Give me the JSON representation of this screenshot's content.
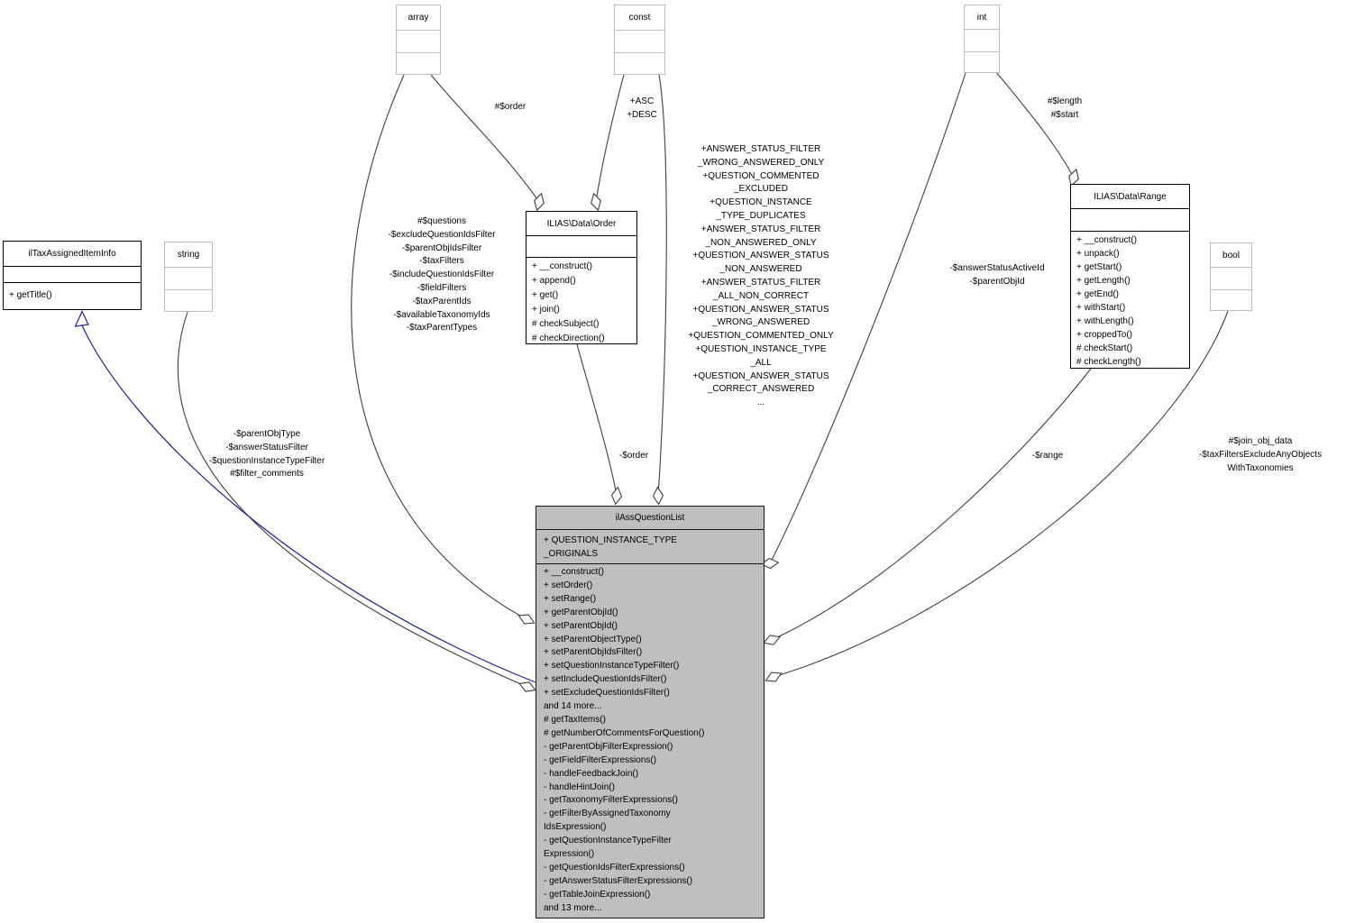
{
  "type_nodes": {
    "array": "array",
    "const": "const",
    "int": "int",
    "string": "string",
    "bool": "bool"
  },
  "classes": {
    "tax_item_info": {
      "title": "ilTaxAssignedItemInfo",
      "methods": [
        "+ getTitle()"
      ]
    },
    "order": {
      "title": "ILIAS\\Data\\Order",
      "methods": [
        "+ __construct()",
        "+ append()",
        "+ get()",
        "+ join()",
        "# checkSubject()",
        "# checkDirection()"
      ]
    },
    "range": {
      "title": "ILIAS\\Data\\Range",
      "methods": [
        "+ __construct()",
        "+ unpack()",
        "+ getStart()",
        "+ getLength()",
        "+ getEnd()",
        "+ withStart()",
        "+ withLength()",
        "+ croppedTo()",
        "# checkStart()",
        "# checkLength()"
      ]
    },
    "quest_list": {
      "title": "ilAssQuestionList",
      "constants": [
        "+ QUESTION_INSTANCE_TYPE",
        "_ORIGINALS"
      ],
      "methods": [
        "+ __construct()",
        "+ setOrder()",
        "+ setRange()",
        "+ getParentObjId()",
        "+ setParentObjId()",
        "+ setParentObjectType()",
        "+ setParentObjIdsFilter()",
        "+ setQuestionInstanceTypeFilter()",
        "+ setIncludeQuestionIdsFilter()",
        "+ setExcludeQuestionIdsFilter()",
        "and 14 more...",
        "# getTaxItems()",
        "# getNumberOfCommentsForQuestion()",
        "- getParentObjFilterExpression()",
        "- getFieldFilterExpressions()",
        "- handleFeedbackJoin()",
        "- handleHintJoin()",
        "- getTaxonomyFilterExpressions()",
        "- getFilterByAssignedTaxonomy",
        "IdsExpression()",
        "- getQuestionInstanceTypeFilter",
        "Expression()",
        "- getQuestionIdsFilterExpressions()",
        "- getAnswerStatusFilterExpressions()",
        "- getTableJoinExpression()",
        "and 13 more..."
      ]
    }
  },
  "edge_labels": {
    "order_field": "#$order",
    "order_constants": [
      "+ASC",
      "+DESC"
    ],
    "quest_list_constants": [
      "+ANSWER_STATUS_FILTER",
      "_WRONG_ANSWERED_ONLY",
      "+QUESTION_COMMENTED",
      "_EXCLUDED",
      "+QUESTION_INSTANCE",
      "_TYPE_DUPLICATES",
      "+ANSWER_STATUS_FILTER",
      "_NON_ANSWERED_ONLY",
      "+QUESTION_ANSWER_STATUS",
      "_NON_ANSWERED",
      "+ANSWER_STATUS_FILTER",
      "_ALL_NON_CORRECT",
      "+QUESTION_ANSWER_STATUS",
      "_WRONG_ANSWERED",
      "+QUESTION_COMMENTED_ONLY",
      "+QUESTION_INSTANCE_TYPE",
      "_ALL",
      "+QUESTION_ANSWER_STATUS",
      "_CORRECT_ANSWERED",
      "..."
    ],
    "array_fields": [
      "#$questions",
      "-$excludeQuestionIdsFilter",
      "-$parentObjIdsFilter",
      "-$taxFilters",
      "-$includeQuestionIdsFilter",
      "-$fieldFilters",
      "-$taxParentIds",
      "-$availableTaxonomyIds",
      "-$taxParentTypes"
    ],
    "string_fields": [
      "-$parentObjType",
      "-$answerStatusFilter",
      "-$questionInstanceTypeFilter",
      "#$filter_comments"
    ],
    "order_member": "-$order",
    "int_fields": [
      "-$answerStatusActiveId",
      "-$parentObjId"
    ],
    "range_fields": [
      "#$length",
      "#$start"
    ],
    "range_member": "-$range",
    "bool_fields": [
      "#$join_obj_data",
      "-$taxFiltersExcludeAnyObjects",
      "WithTaxonomies"
    ]
  },
  "colors": {
    "edge": "#404040",
    "inheritance": "#23238f",
    "node_fill": "#ffffff",
    "main_fill": "#bfbfbf",
    "type_border": "#bdbdbd"
  }
}
